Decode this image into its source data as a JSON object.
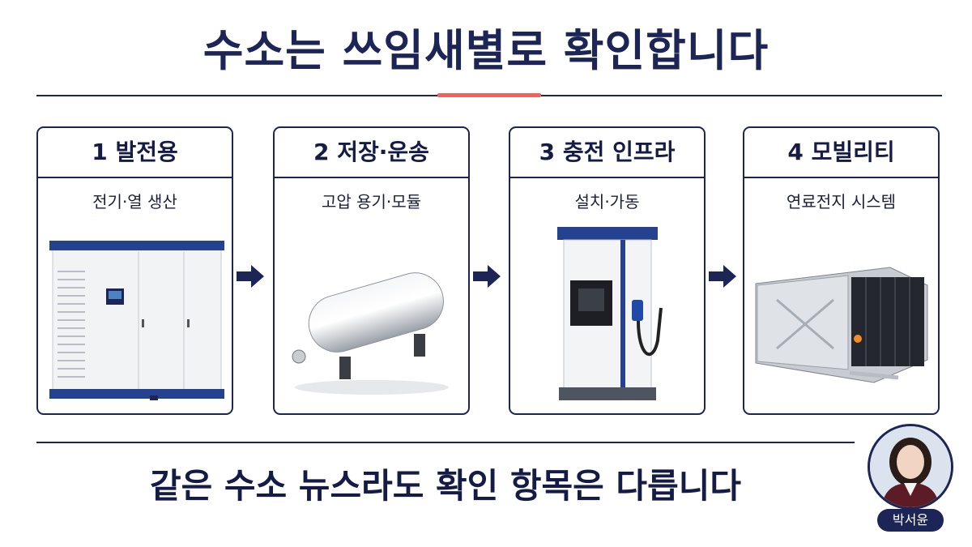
{
  "title": "수소는 쓰임새별로 확인합니다",
  "steps": [
    {
      "heading": "1 발전용",
      "subtitle": "전기·열 생산",
      "image": "fuel-cell-power-generator"
    },
    {
      "heading": "2 저장·운송",
      "subtitle": "고압 용기·모듈",
      "image": "hydrogen-tank"
    },
    {
      "heading": "3 충전 인프라",
      "subtitle": "설치·가동",
      "image": "hydrogen-dispenser"
    },
    {
      "heading": "4 모빌리티",
      "subtitle": "연료전지 시스템",
      "image": "fuel-cell-stack"
    }
  ],
  "footer_text": "같은 수소 뉴스라도 확인 항목은 다릅니다",
  "presenter": {
    "name": "박서윤"
  },
  "colors": {
    "navy": "#1c2555",
    "accent": "#f2625b",
    "panel_blue": "#24428f"
  }
}
